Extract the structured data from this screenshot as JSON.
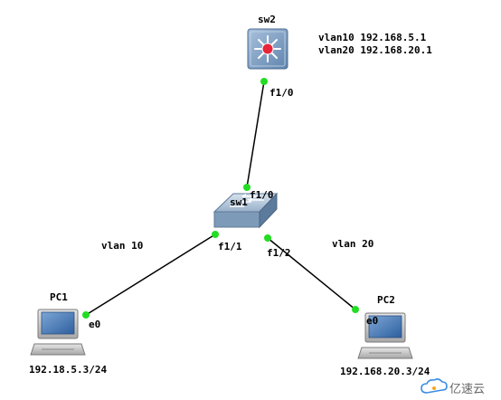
{
  "devices": {
    "sw2": {
      "name": "sw2",
      "config_line1": "vlan10 192.168.5.1",
      "config_line2": "vlan20 192.168.20.1"
    },
    "sw1": {
      "name": "sw1"
    },
    "pc1": {
      "name": "PC1",
      "ip": "192.18.5.3/24"
    },
    "pc2": {
      "name": "PC2",
      "ip": "192.168.20.3/24"
    }
  },
  "ports": {
    "sw2_f10": "f1/0",
    "sw1_f10": "f1/0",
    "sw1_f11": "f1/1",
    "sw1_f12": "f1/2",
    "pc1_e0": "e0",
    "pc2_e0": "e0"
  },
  "vlans": {
    "left": "vlan 10",
    "right": "vlan 20"
  },
  "watermark": "亿速云",
  "colors": {
    "link": "#000000",
    "port_dot": "#22dd22",
    "switch_blue": "#6b8fb8",
    "l3_red": "#e8243a"
  },
  "icons": {
    "sw2": "multilayer-switch-icon",
    "sw1": "switch-icon",
    "pc1": "computer-icon",
    "pc2": "computer-icon",
    "watermark": "cloud-logo-icon"
  }
}
